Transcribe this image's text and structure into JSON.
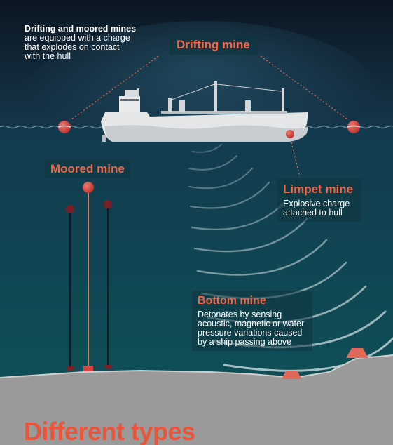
{
  "intro": {
    "bold": "Drifting and moored mines",
    "rest": " are equipped with a charge that explodes on contact with the hull"
  },
  "labels": {
    "drifting": {
      "title": "Drifting mine"
    },
    "moored": {
      "title": "Moored mine"
    },
    "limpet": {
      "title": "Limpet mine",
      "desc": "Explosive charge attached to hull"
    },
    "bottom": {
      "title": "Bottom mine",
      "desc": "Detonates by sensing acoustic, magnetic or water pressure variations caused by a ship passing above"
    }
  },
  "headline": "Different types",
  "colors": {
    "title_accent": "#ef6548",
    "mine_red": "#d9443f",
    "mine_dark": "#7a1f28",
    "seabed": "#9a9a9a",
    "water_top": "#0b1a28",
    "water_bottom": "#0f4d56"
  }
}
